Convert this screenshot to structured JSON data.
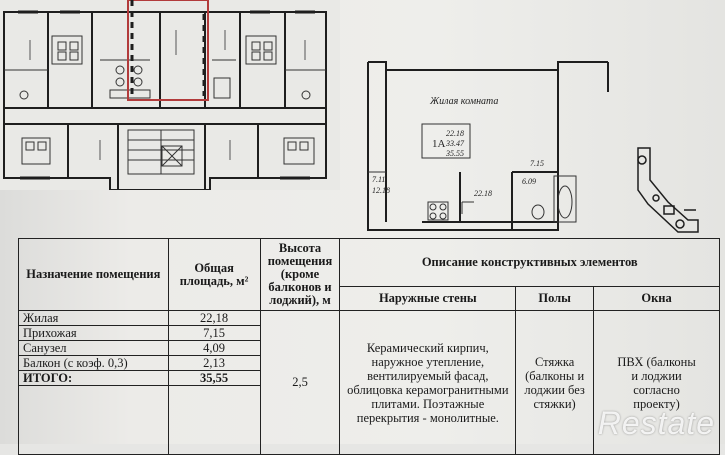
{
  "plan": {
    "room_label": "Жилая комната",
    "unit_label": "1А",
    "area_values": [
      "22.18",
      "33.47",
      "35.55"
    ],
    "dims": [
      "7.15",
      "7.11",
      "12.18",
      "22.18",
      "6.09"
    ]
  },
  "table": {
    "headers": {
      "purpose": "Назначение помещения",
      "total_area": "Общая площадь, м²",
      "height": "Высота помещения (кроме балконов и лоджий), м",
      "description": "Описание конструктивных элементов",
      "outer_walls": "Наружные стены",
      "floors": "Полы",
      "windows": "Окна"
    },
    "rows": [
      {
        "name": "Жилая",
        "area": "22,18"
      },
      {
        "name": "Прихожая",
        "area": "7,15"
      },
      {
        "name": "Санузел",
        "area": "4,09"
      },
      {
        "name": "Балкон (с коэф. 0,3)",
        "area": "2,13"
      }
    ],
    "total": {
      "name": "ИТОГО:",
      "area": "35,55"
    },
    "height_value": "2,5",
    "outer_walls_text": "Керамический кирпич, наружное утепление, вентилируемый фасад, облицовка керамогранитными плитами. Поэтажные перекрытия - монолитные.",
    "floors_text": "Стяжка (балконы и лоджии без стяжки)",
    "windows_text": "ПВХ (балконы и лоджии согласно проекту)"
  },
  "watermark": "Restate"
}
